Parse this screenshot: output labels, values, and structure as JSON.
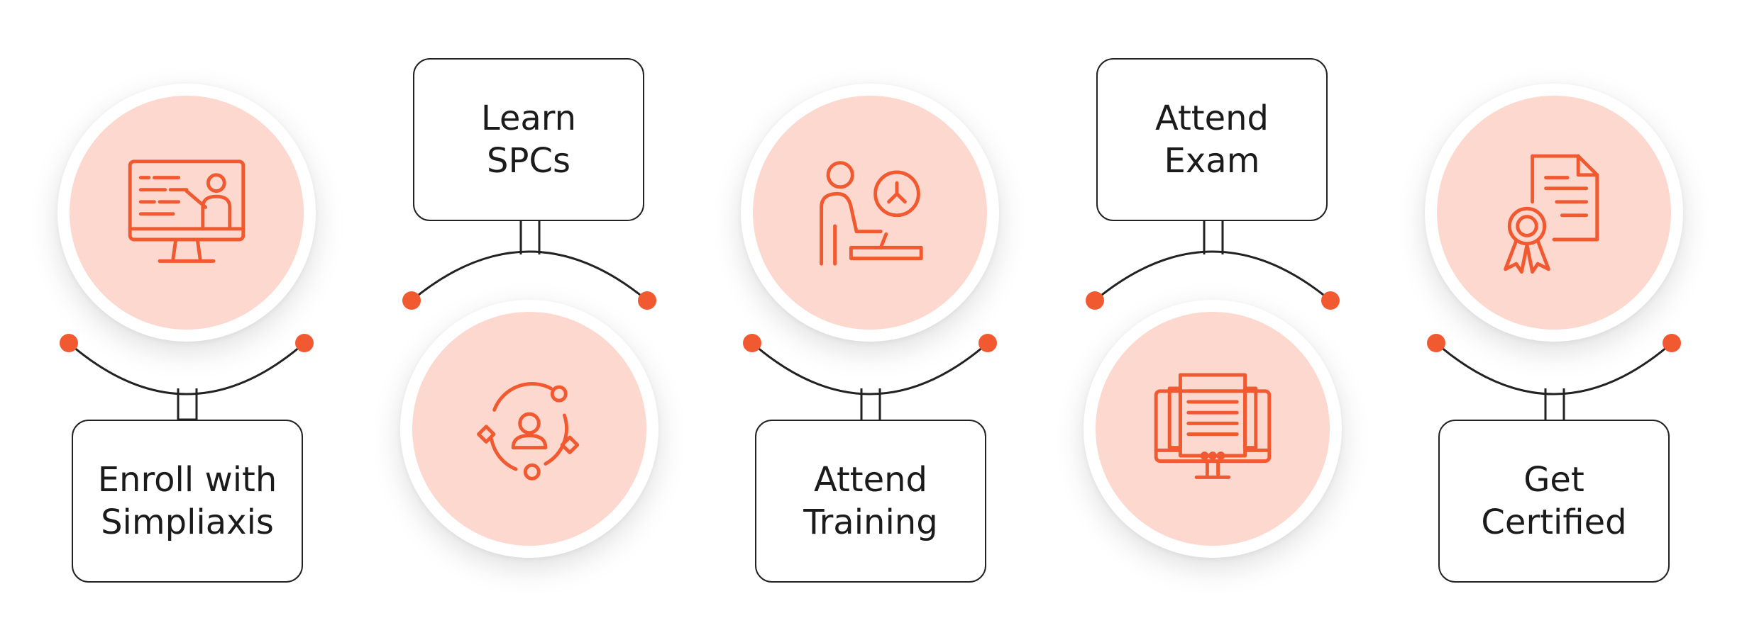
{
  "colors": {
    "accent": "#f15a31",
    "fill": "#fdd8cf",
    "stroke": "#222222"
  },
  "steps": [
    {
      "lines": [
        "Enroll with",
        "Simpliaxis"
      ],
      "icon": "presentation-screen-icon"
    },
    {
      "lines": [
        "Learn",
        "SPCs"
      ],
      "icon": "person-network-icon"
    },
    {
      "lines": [
        "Attend",
        "Training"
      ],
      "icon": "person-desk-clock-icon"
    },
    {
      "lines": [
        "Attend",
        "Exam"
      ],
      "icon": "document-monitor-icon"
    },
    {
      "lines": [
        "Get",
        "Certified"
      ],
      "icon": "certificate-ribbon-icon"
    }
  ]
}
